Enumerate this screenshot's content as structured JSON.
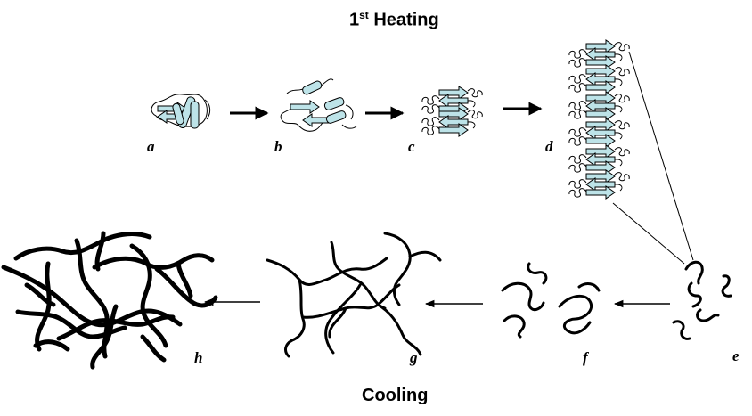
{
  "titles": {
    "heating_prefix": "1",
    "heating_sup": "st",
    "heating_suffix": " Heating",
    "cooling": "Cooling"
  },
  "stage_labels": {
    "a": "a",
    "b": "b",
    "c": "c",
    "d": "d",
    "e": "e",
    "f": "f",
    "g": "g",
    "h": "h"
  },
  "colors": {
    "strand_fill": "#bde3e8",
    "line": "#000000"
  }
}
